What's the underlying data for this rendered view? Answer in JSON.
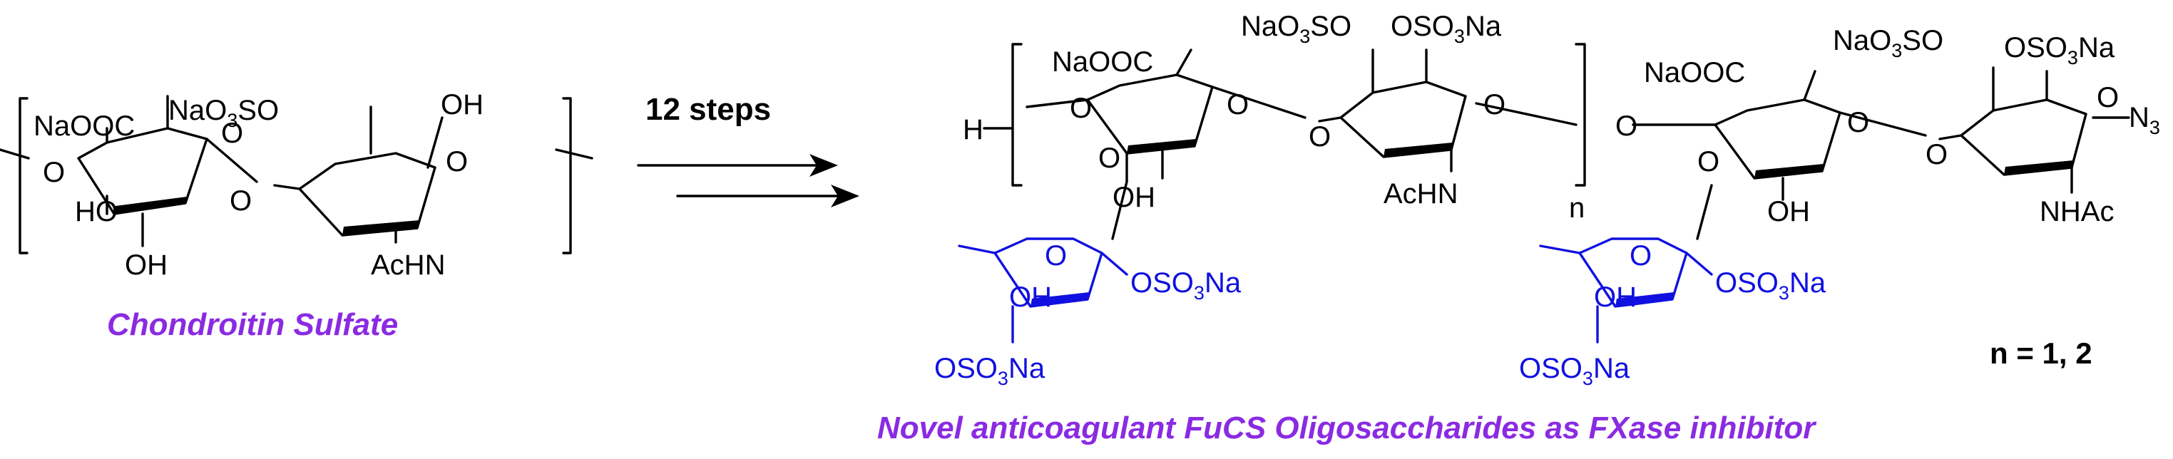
{
  "left": {
    "caption": "Chondroitin Sulfate",
    "groups": {
      "carboxylate": "NaOOC",
      "sulfate": "NaO",
      "sulfate_tail": "SO",
      "hydroxymethyl": "OH",
      "ring_ho": "HO",
      "ring_oh": "OH",
      "acetamido": "AcHN",
      "o_link": "O",
      "o_bridge": "O",
      "ring_o": "O"
    }
  },
  "arrow": {
    "label": "12 steps"
  },
  "right": {
    "terminal_h": "H",
    "repeat_n": "n",
    "n_values": "n = 1, 2",
    "caption": "Novel anticoagulant FuCS Oligosaccharides as FXase inhibitor",
    "groups": {
      "carboxylate": "NaOOC",
      "sulfate": "NaO",
      "sulfate_tail": "SO",
      "osulfate": "OSO",
      "na": "Na",
      "oh": "OH",
      "acetamido": "AcHN",
      "nhac": "NHAc",
      "azide": "N",
      "azide_sub": "3",
      "sub3": "3",
      "o": "O"
    }
  },
  "colors": {
    "fucose": "#1010e0",
    "caption": "#8a2be2",
    "bond": "#000000"
  }
}
